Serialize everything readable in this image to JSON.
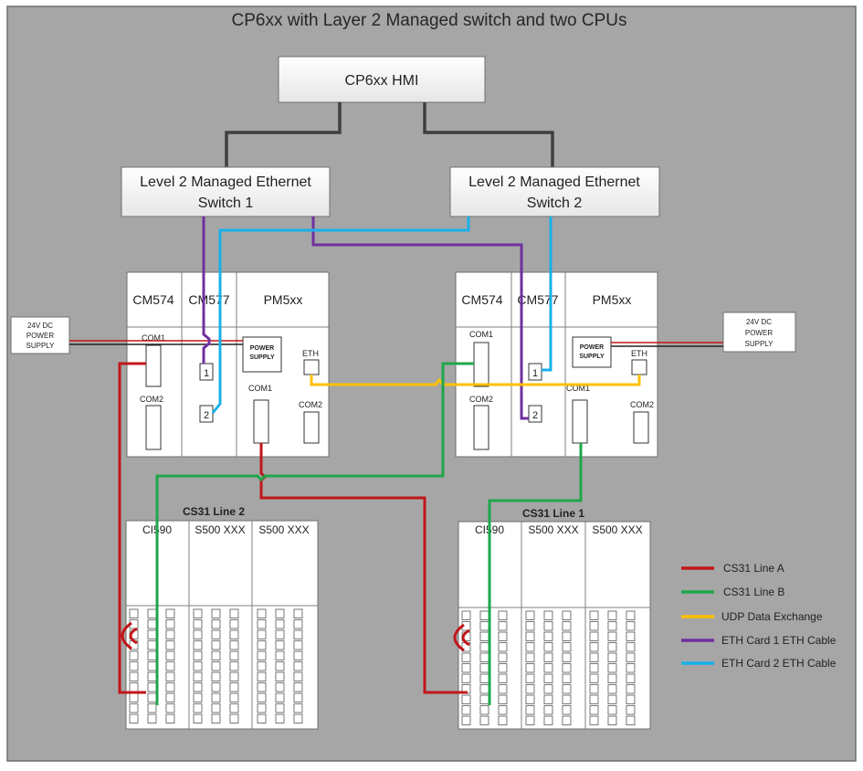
{
  "title": "CP6xx with Layer 2 Managed switch and two CPUs",
  "hmi": {
    "label": "CP6xx HMI"
  },
  "switches": [
    {
      "line1": "Level 2 Managed Ethernet",
      "line2": "Switch 1"
    },
    {
      "line1": "Level 2 Managed Ethernet",
      "line2": "Switch 2"
    }
  ],
  "cpus": [
    {
      "modules": [
        "CM574",
        "CM577",
        "PM5xx"
      ],
      "cm574_ports": [
        "COM1",
        "COM2"
      ],
      "cm577_ports": [
        "1",
        "2"
      ],
      "power_supply": [
        "POWER",
        "SUPPLY"
      ],
      "pm_ports": [
        "ETH",
        "COM1",
        "COM2"
      ]
    },
    {
      "modules": [
        "CM574",
        "CM577",
        "PM5xx"
      ],
      "cm574_ports": [
        "COM1",
        "COM2"
      ],
      "cm577_ports": [
        "1",
        "2"
      ],
      "power_supply": [
        "POWER",
        "SUPPLY"
      ],
      "pm_ports": [
        "ETH",
        "COM1",
        "COM2"
      ]
    }
  ],
  "external_supplies": [
    {
      "lines": [
        "24V DC",
        "POWER",
        "SUPPLY"
      ]
    },
    {
      "lines": [
        "24V DC",
        "POWER",
        "SUPPLY"
      ]
    }
  ],
  "io_lines": [
    {
      "title": "CS31 Line 2",
      "modules": [
        "CI590",
        "S500 XXX",
        "S500 XXX"
      ]
    },
    {
      "title": "CS31 Line 1",
      "modules": [
        "CI590",
        "S500 XXX",
        "S500 XXX"
      ]
    }
  ],
  "legend": [
    {
      "label": "CS31 Line A",
      "color": "#c0161a"
    },
    {
      "label": "CS31 Line B",
      "color": "#1fa64a"
    },
    {
      "label": "UDP Data Exchange",
      "color": "#ffc000"
    },
    {
      "label": "ETH Card 1 ETH Cable",
      "color": "#7030a0"
    },
    {
      "label": "ETH Card 2 ETH Cable",
      "color": "#19b0ea"
    }
  ]
}
